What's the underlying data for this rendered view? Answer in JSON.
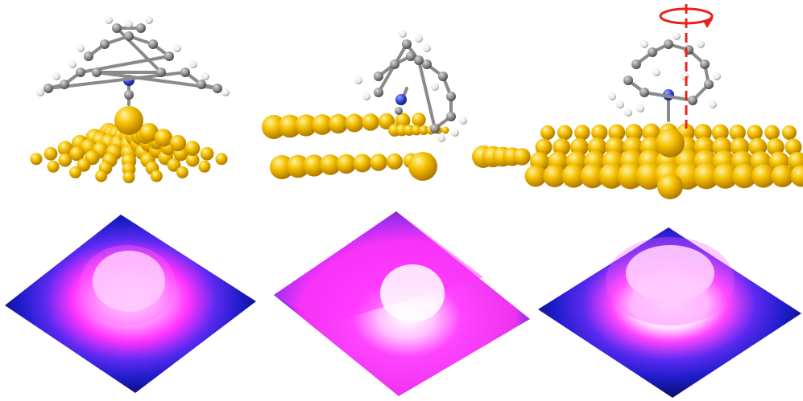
{
  "figure": {
    "background": "#ffffff",
    "panels": [
      {
        "name": "panel-left",
        "molecule": "upright-adsorbate-on-gold-adatom",
        "surface_map_peak": "single-bright-lobe"
      },
      {
        "name": "panel-middle",
        "molecule": "tilted-adsorbate-on-gold-step",
        "surface_map_peak": "bright-lobe-off-center"
      },
      {
        "name": "panel-right",
        "molecule": "rotating-adsorbate-on-gold-adatom",
        "surface_map_peak": "flat-ring-shaped-top",
        "annotation": "rotation-axis-arrow"
      }
    ],
    "colors": {
      "gold_atom": "#f2b500",
      "gold_atom_highlight": "#ffe066",
      "carbon": "#8a8a8a",
      "hydrogen": "#f0f0f0",
      "nitrogen": "#2d3fd6",
      "map_low": "#0a0a6a",
      "map_mid": "#2a2ae0",
      "map_high": "#ff33ff",
      "map_peak": "#ffffff",
      "rotation_axis": "#e8221b"
    }
  }
}
